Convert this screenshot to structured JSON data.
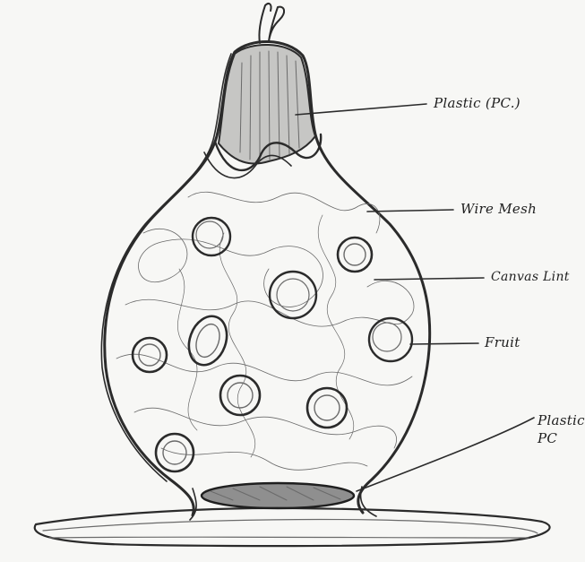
{
  "annotations": {
    "plastic_top": "Plastic (PC.)",
    "wire_mesh": "Wire Mesh",
    "canvas": "Canvas Lint",
    "fruit": "Fruit",
    "plastic_bottom": "Plastic PC"
  },
  "colors": {
    "paper": "#f7f7f5",
    "pencil": "#2b2b2b"
  }
}
